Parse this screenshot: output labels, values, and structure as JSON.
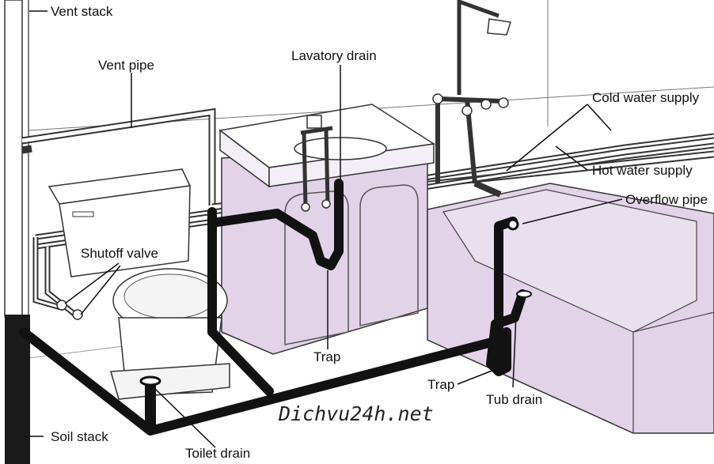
{
  "labels": {
    "vent_stack": "Vent stack",
    "vent_pipe": "Vent pipe",
    "lavatory_drain": "Lavatory drain",
    "cold_water_supply": "Cold water supply",
    "hot_water_supply": "Hot water supply",
    "overflow_pipe": "Overflow pipe",
    "shutoff_valve": "Shutoff valve",
    "trap_sink": "Trap",
    "trap_tub": "Trap",
    "tub_drain": "Tub drain",
    "soil_stack": "Soil stack",
    "toilet_drain": "Toilet drain"
  },
  "watermark": "Dichvu24h.net",
  "colors": {
    "fixture_tint": "#e2d3e8",
    "pipe_dark": "#121212",
    "outline": "#333333",
    "wall": "#ffffff"
  }
}
